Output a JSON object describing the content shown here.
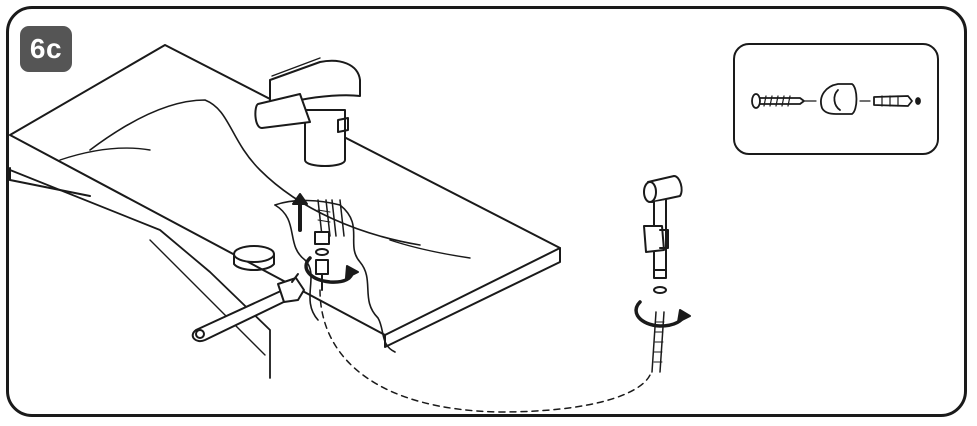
{
  "step": {
    "label": "6c"
  },
  "colors": {
    "badge_bg": "#555555",
    "badge_text": "#ffffff",
    "line": "#1a1a1a"
  },
  "icons": [
    "sink-basin",
    "basin-mixer-faucet",
    "drain-plug",
    "flexible-hose",
    "adjustable-wrench",
    "hose-nut",
    "seal-washer",
    "lift-arrow",
    "rotate-arrow",
    "hand-shower",
    "hand-shower-holder",
    "screw",
    "wall-bracket",
    "wall-plug"
  ]
}
